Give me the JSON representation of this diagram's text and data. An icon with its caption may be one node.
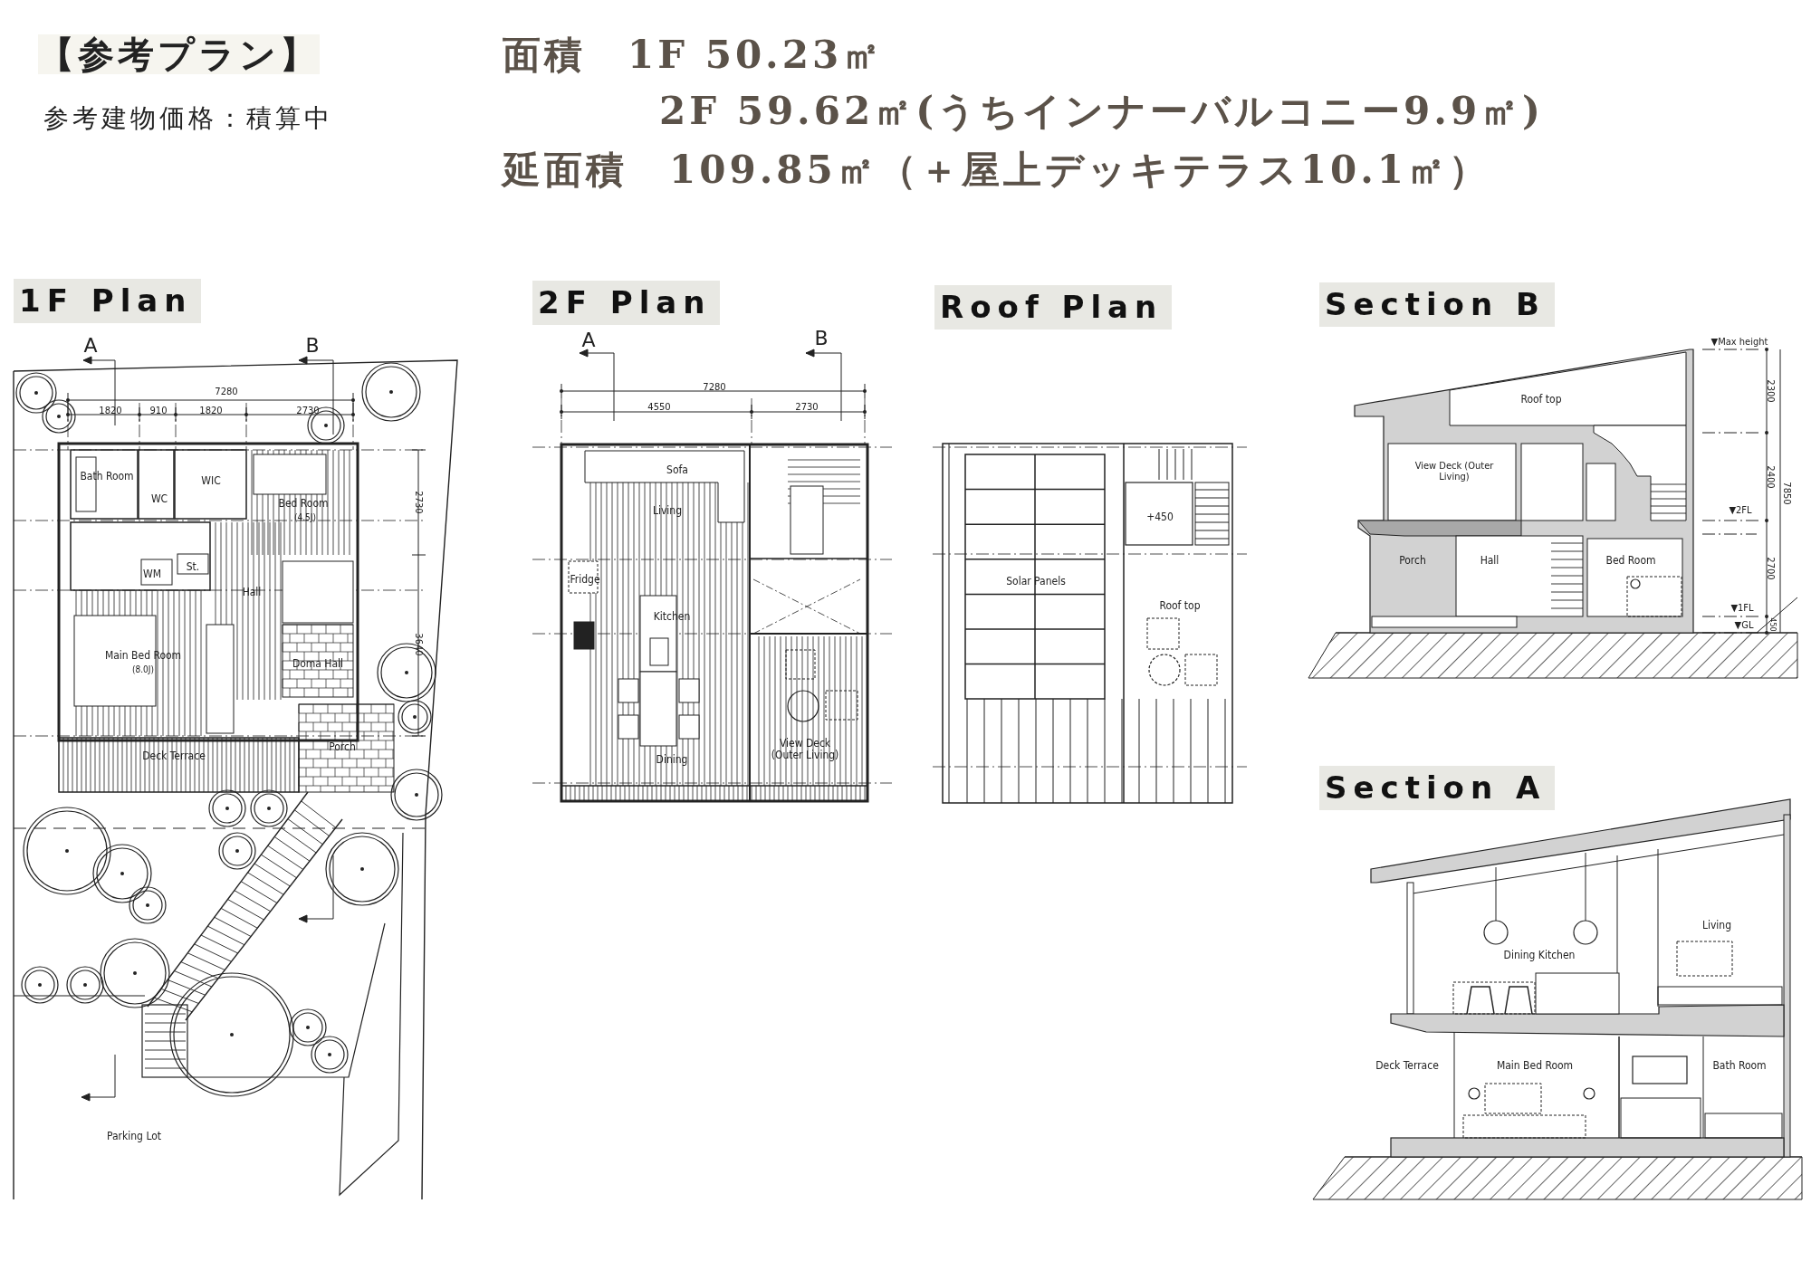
{
  "diagram": {
    "labels": [
      "【参考プラン】",
      "参考建物価格：積算中",
      "面積　1F 50.23㎡",
      "2F 59.62㎡(うちインナーバルコニー9.9㎡)",
      "延面積　109.85㎡（＋屋上デッキテラス10.1㎡）",
      "1F Plan",
      "2F Plan",
      "Roof Plan",
      "Section B",
      "A",
      "B",
      "7280",
      "1820",
      "910",
      "1820",
      "2730",
      "2730",
      "3640",
      "Bath Room",
      "WC",
      "WIC",
      "Bed Room",
      "(4.5J)",
      "WM",
      "St.",
      "Hall",
      "Main Bed Room",
      "(8.0J)",
      "Doma Hall",
      "Porch",
      "Deck Terrace",
      "Parking Lot",
      "A",
      "B",
      "7280",
      "4550",
      "2730",
      "Sofa",
      "Living",
      "Fridge",
      "Kitchen",
      "Dining",
      "View Deck (Outer Living)",
      "+450",
      "Solar Panels",
      "Roof top",
      "▼Max height",
      "Roof top",
      "View Deck (Outer Living)",
      "Porch",
      "Hall",
      "Bed Room",
      "▼2FL",
      "▼1FL",
      "▼GL",
      "2300",
      "2400",
      "2700",
      "450",
      "7850",
      "Section A",
      "Living",
      "Dining Kitchen",
      "Deck Terrace",
      "Main Bed Room",
      "Bath Room"
    ]
  }
}
